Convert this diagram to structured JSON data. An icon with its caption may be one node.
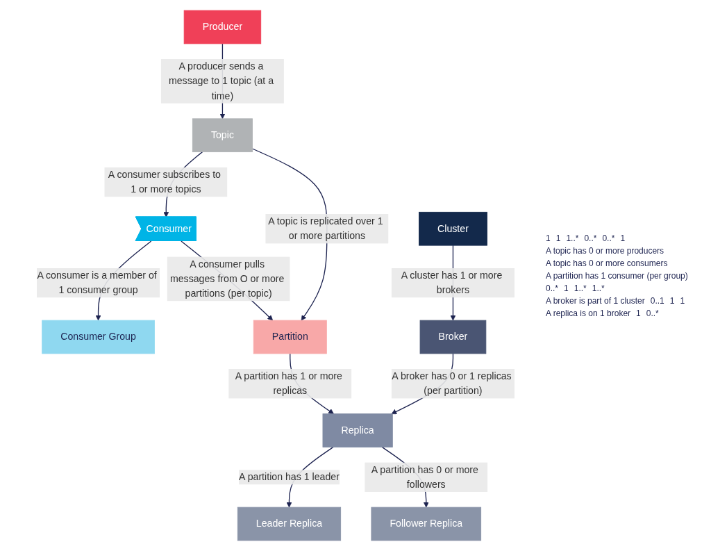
{
  "diagram": {
    "nodes": [
      {
        "text": [
          "Consumer Group"
        ]
      },
      {
        "text": [
          "Producer"
        ]
      },
      {
        "text": [
          "Topic"
        ]
      },
      {
        "text": [
          "Consumer"
        ]
      },
      {
        "text": [
          "Partition"
        ]
      },
      {
        "text": [
          "Cluster"
        ]
      },
      {
        "text": [
          "Broker"
        ]
      },
      {
        "text": [
          "Replica"
        ]
      },
      {
        "text": [
          "Leader Replica"
        ]
      },
      {
        "text": [
          "Follower Replica"
        ]
      }
    ],
    "edges": [
      {
        "from": 1,
        "to": 2,
        "arrow": "to",
        "label": "A producer sends a message to 1 topic (at a time)"
      },
      {
        "from": 2,
        "to": 3,
        "arrow": "to",
        "label": "A consumer subscribes to 1 or more topics"
      },
      {
        "from": 3,
        "to": 0,
        "arrow": "to",
        "label": "A consumer is a member of 1 consumer group"
      },
      {
        "from": 3,
        "to": 4,
        "arrow": "to",
        "label": "A consumer pulls messages from O or more partitions (per topic)"
      },
      {
        "from": 2,
        "to": 4,
        "arrow": "to",
        "label": "A topic is replicated over 1 or more partitions"
      },
      {
        "from": 4,
        "to": 7,
        "arrow": "to",
        "label": "A partition has 1 or more replicas"
      },
      {
        "from": 5,
        "to": 6,
        "arrow": "to",
        "label": "A cluster has 1 or more brokers"
      },
      {
        "from": 6,
        "to": 7,
        "arrow": "to",
        "label": "A broker has 0 or 1 replicas (per partition)"
      },
      {
        "from": 7,
        "to": 8,
        "arrow": "to",
        "label": "A partition has 1 leader"
      },
      {
        "from": 7,
        "to": 9,
        "arrow": "to",
        "label": "A partition has 0 or more followers"
      }
    ],
    "labels": [
      "1",
      "1",
      "1..*",
      "0..*",
      "0..*",
      "1",
      "A topic has 0 or more producers",
      "A topic has 0 or more consumers",
      "A partition has 1 consumer (per group)",
      "0..*",
      "1",
      "1..*",
      "1..*",
      "A broker is part of 1 cluster",
      "0..1",
      "1",
      "1",
      "A replica is on 1 broker",
      "1",
      "0..*"
    ]
  }
}
